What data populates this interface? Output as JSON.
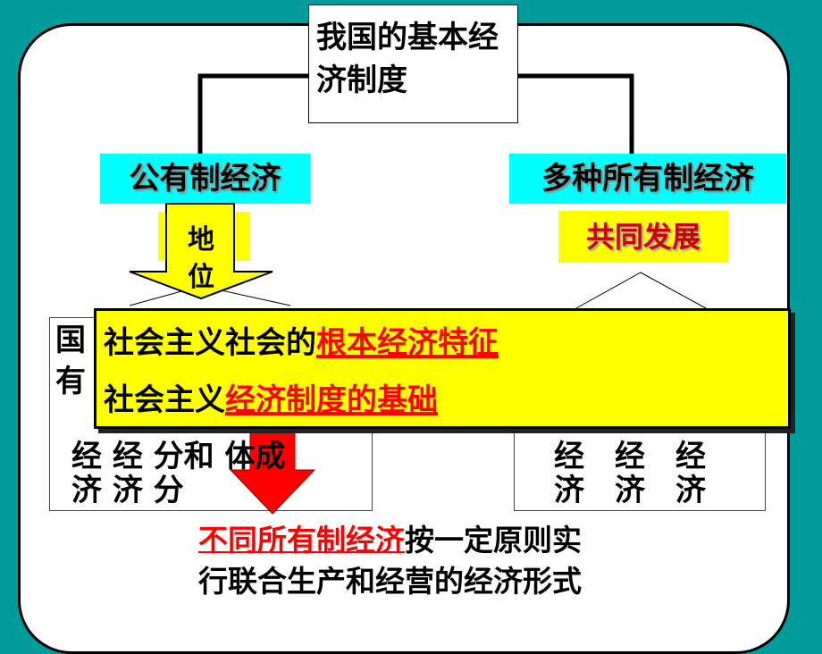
{
  "title": "我国的基本经济制度",
  "left_label": "公有制经济",
  "right_label": "多种所有制经济",
  "right_sub": "共同发展",
  "arrow_label": "地位",
  "left_box": {
    "lines": [
      "国",
      "有",
      "经 经 分和 体成",
      "济 济 分"
    ]
  },
  "right_box": {
    "lines": [
      "经　经　经",
      "济　济　济"
    ]
  },
  "overlay": {
    "line1_black": "社会主义社会的",
    "line1_red": "根本经济特征",
    "line2_black": "社会主义",
    "line2_red": "经济制度的基础"
  },
  "bottom": {
    "red": "不同所有制经济",
    "rest1": "按一定原则实",
    "line2": "行联合生产和经营的经济形式"
  },
  "colors": {
    "background": "#009b9b",
    "yellow": "#ffff00",
    "cyan": "#00ffff",
    "red": "#ff0000"
  }
}
